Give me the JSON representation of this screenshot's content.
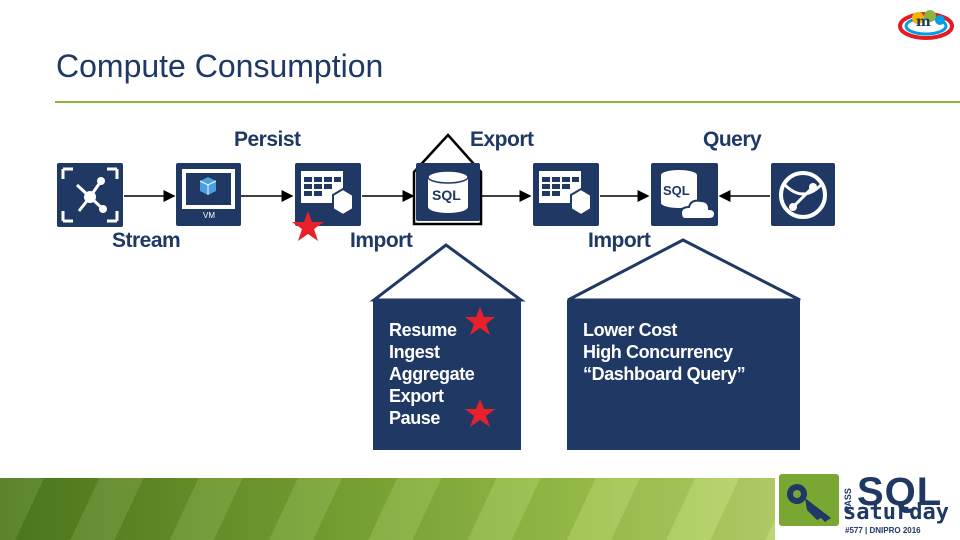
{
  "slide": {
    "title": "Compute Consumption"
  },
  "labels": {
    "persist": "Persist",
    "export": "Export",
    "query": "Query",
    "stream": "Stream",
    "import_left": "Import",
    "import_right": "Import"
  },
  "icons": {
    "vm_caption": "VM",
    "sql_left": "SQL",
    "sql_right": "SQL"
  },
  "panel_left": {
    "lines": [
      "Resume",
      "Ingest",
      "Aggregate",
      "Export",
      "Pause"
    ],
    "starred": [
      "Resume",
      "Pause"
    ]
  },
  "panel_right": {
    "lines": [
      "Lower Cost",
      "High Concurrency",
      "“Dashboard Query”"
    ]
  },
  "footer": {
    "sql": "SQL",
    "saturday": "saturday",
    "pass": "PASS",
    "event": "#577 | DNIPRO 2016"
  },
  "colors": {
    "navy": "#1f3864",
    "accent_green": "#8db340",
    "star_red": "#e8202a"
  }
}
